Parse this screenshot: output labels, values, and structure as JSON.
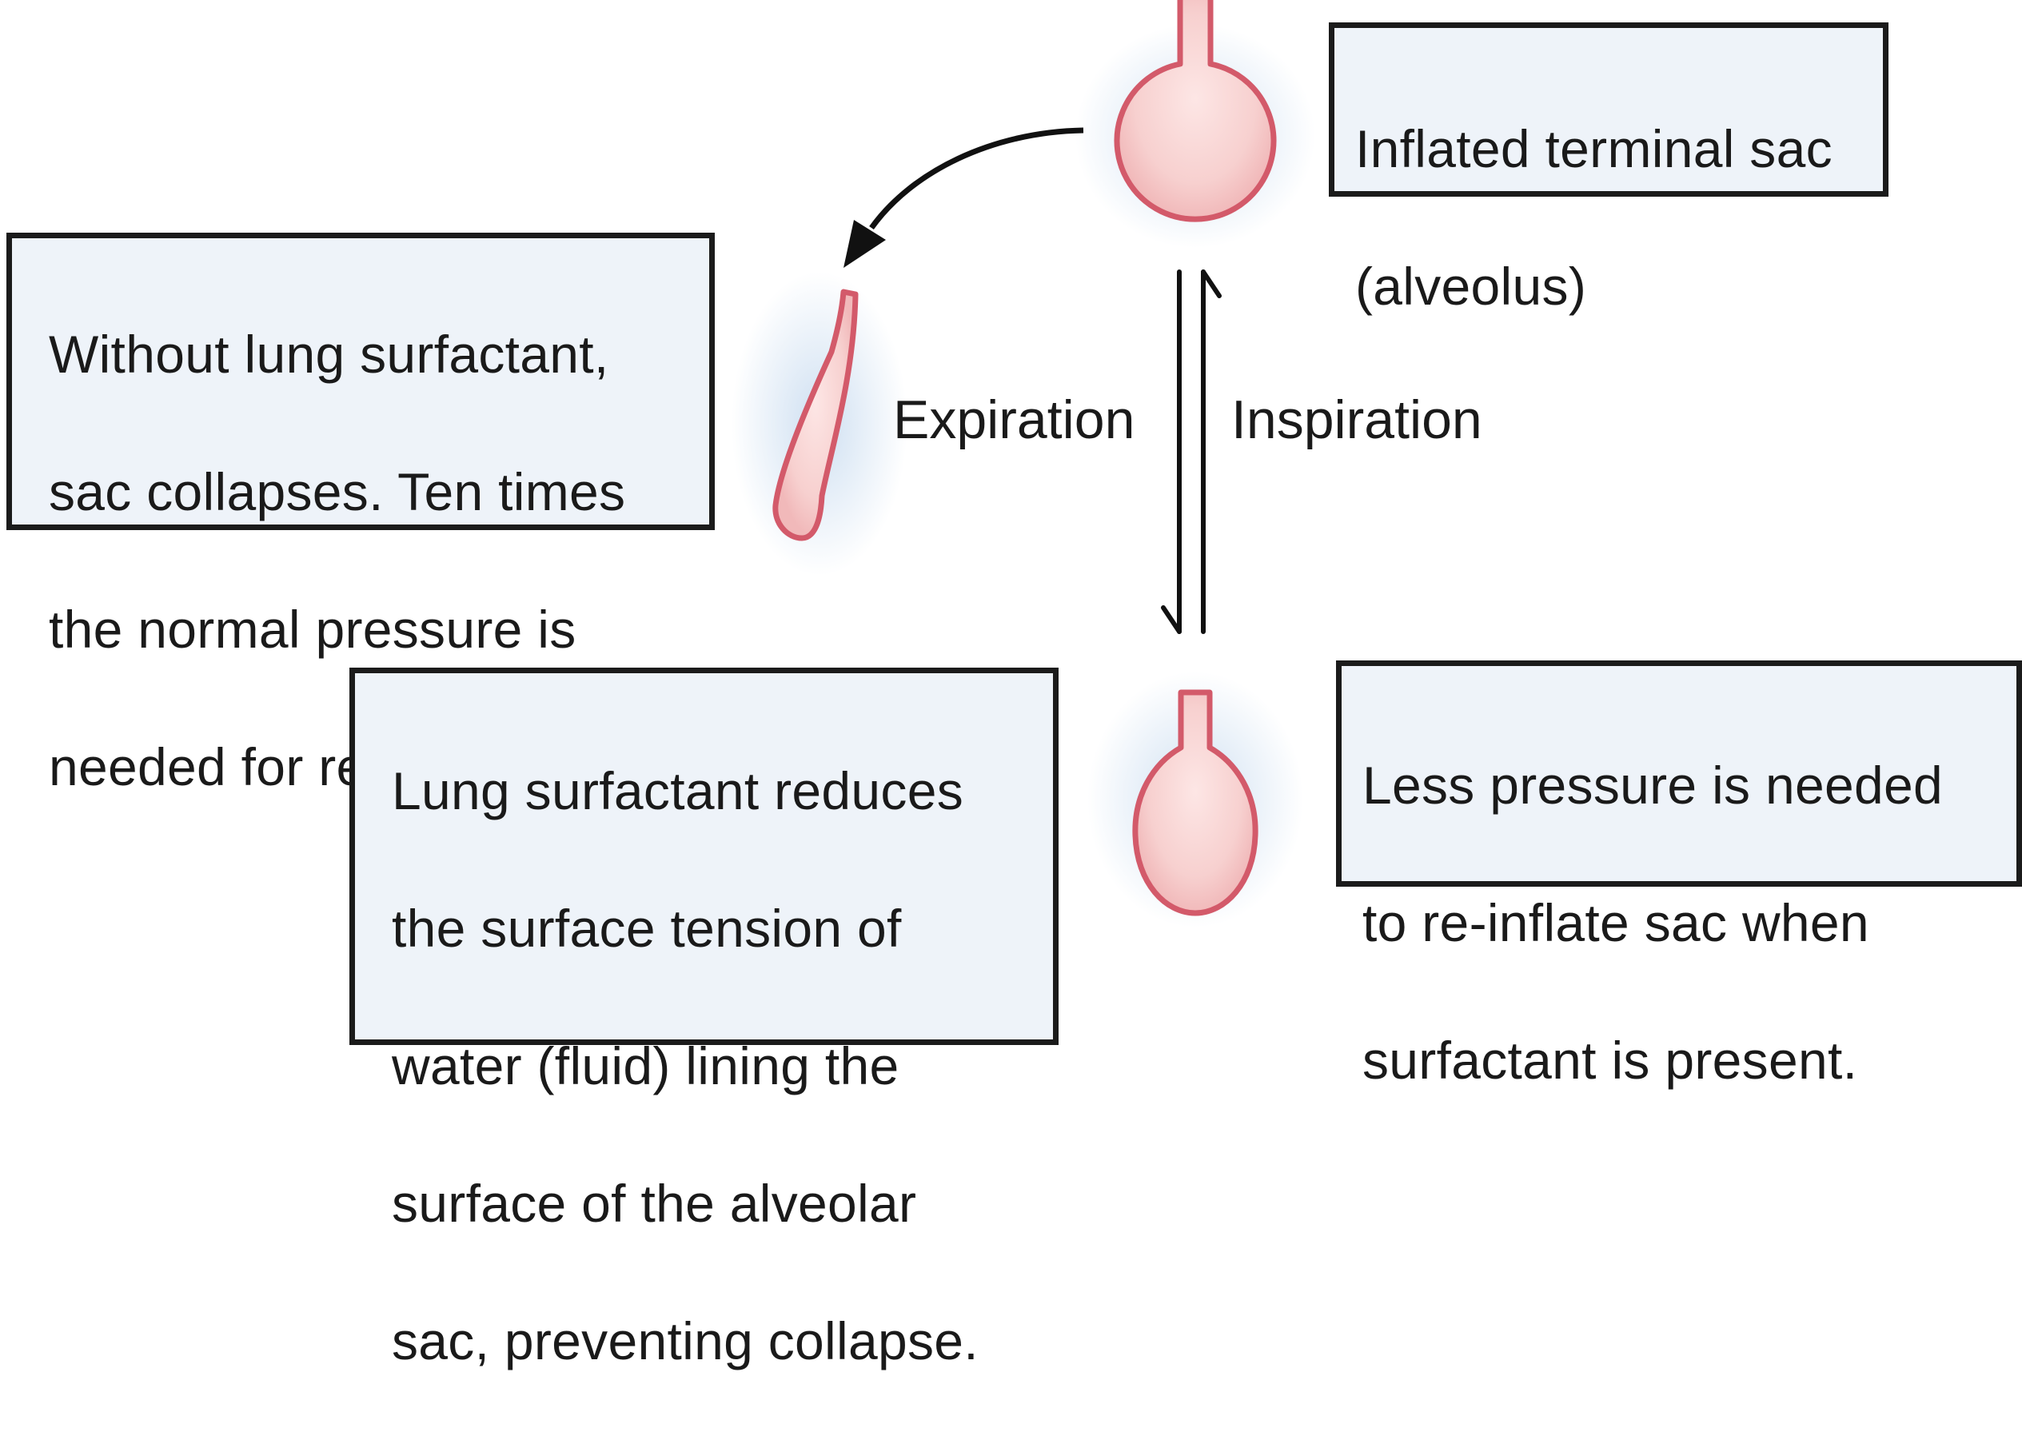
{
  "boxes": {
    "inflated": {
      "lines": [
        "Inflated terminal sac",
        "(alveolus)"
      ]
    },
    "without_surfactant": {
      "lines": [
        "Without lung surfactant,",
        "sac collapses. Ten times",
        "the normal pressure is",
        "needed for re-inflation."
      ]
    },
    "surfactant": {
      "lines": [
        "Lung surfactant reduces",
        "the surface tension of",
        "water (fluid) lining the",
        "surface of the alveolar",
        "sac, preventing collapse."
      ]
    },
    "less_pressure": {
      "lines": [
        "Less pressure is needed",
        "to re-inflate sac when",
        "surfactant is present."
      ]
    }
  },
  "labels": {
    "expiration": "Expiration",
    "inspiration": "Inspiration"
  },
  "colors": {
    "sac_fill": "#f7d0cf",
    "sac_outline": "#d35a6a",
    "box_fill": "#eef3f9",
    "box_border": "#1b1b1b",
    "glow": "#c9dcf0",
    "arrow": "#111111"
  }
}
